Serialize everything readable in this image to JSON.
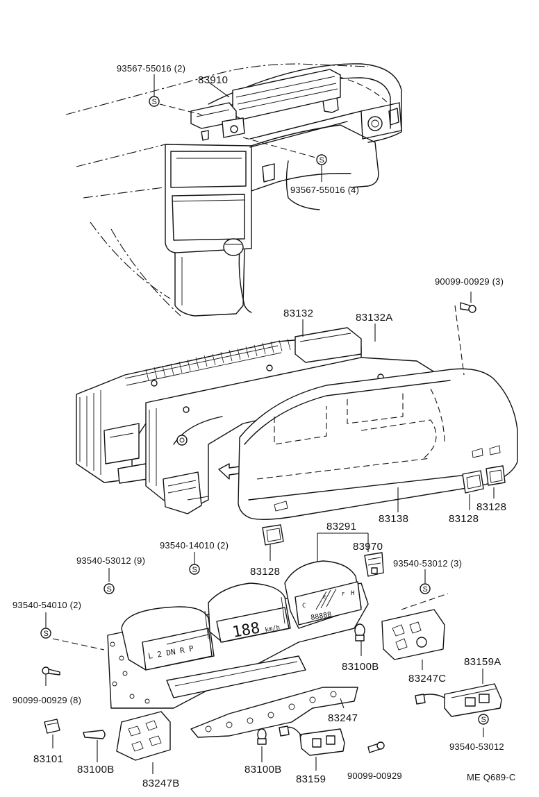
{
  "figure_code": "ME Q689-C",
  "callouts": {
    "c1": "93567-55016 (2)",
    "c2": "83910",
    "c3": "93567-55016 (4)",
    "c4": "90099-00929 (3)",
    "c5": "83132",
    "c6": "83132A",
    "c7": "83128",
    "c8": "83128",
    "c9": "83138",
    "c10": "83291",
    "c11": "83970",
    "c12": "93540-14010 (2)",
    "c13": "83128",
    "c14": "93540-53012 (9)",
    "c15": "93540-53012 (3)",
    "c16": "93540-54010 (2)",
    "c17": "83100B",
    "c18": "83247C",
    "c19": "83159A",
    "c20": "90099-00929 (8)",
    "c21": "83247",
    "c22": "93540-53012",
    "c23": "83101",
    "c24": "83100B",
    "c25": "83247B",
    "c26": "83100B",
    "c27": "83159",
    "c28": "90099-00929"
  },
  "symbol_s": "S",
  "gauge_text": {
    "shift_indicator": "L 2 DN R P",
    "speed_digits": "188",
    "speed_unit": "km/h",
    "odometer": "88888",
    "gauge_c": "C",
    "gauge_h": "H",
    "gauge_e": "E",
    "gauge_f": "F"
  }
}
